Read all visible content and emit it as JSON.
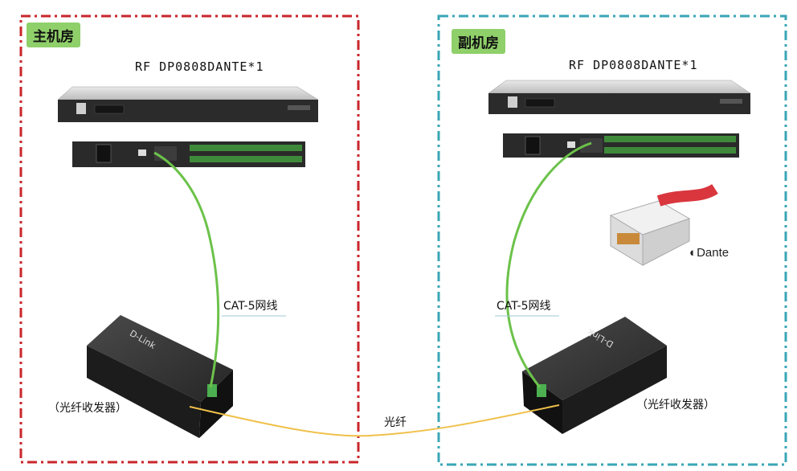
{
  "rooms": {
    "main": {
      "label": "主机房",
      "border_color": "#c8262b"
    },
    "sub": {
      "label": "副机房",
      "border_color": "#3aa6b6"
    }
  },
  "devices": {
    "main_model": "RF DP0808DANTE*1",
    "sub_model": "RF DP0808DANTE*1",
    "main_transceiver": "（光纤收发器）",
    "sub_transceiver": "（光纤收发器）",
    "main_transceiver_brand": "D-Link",
    "sub_transceiver_brand": "D-Link"
  },
  "cables": {
    "main_cat5": "CAT-5网线",
    "sub_cat5": "CAT-5网线",
    "fiber": "光纤",
    "cat5_color": "#6cc24a",
    "fiber_color": "#f0c04a"
  },
  "logo": {
    "text": "Dante"
  }
}
